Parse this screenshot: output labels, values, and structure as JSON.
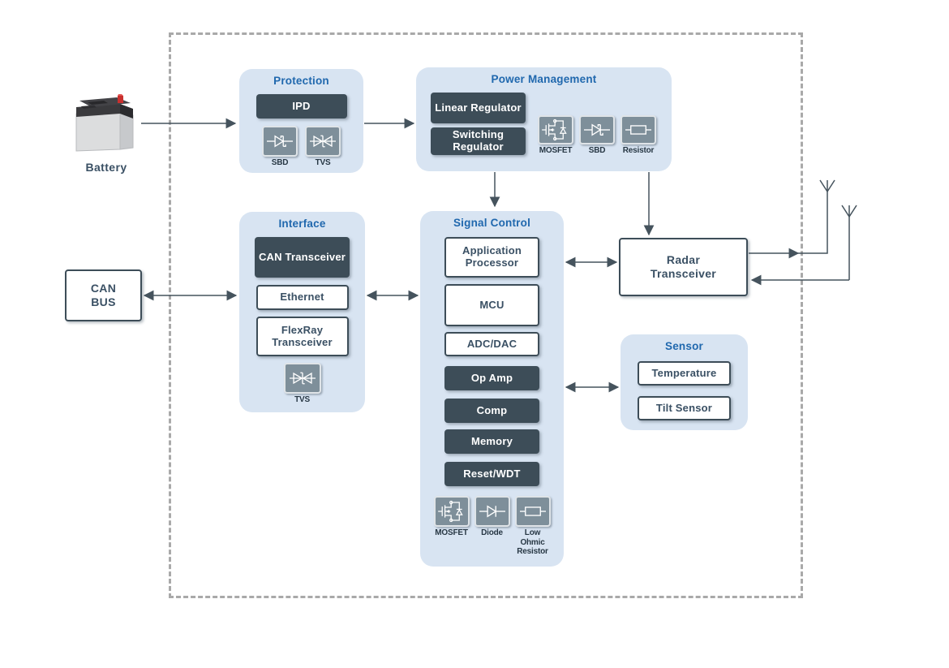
{
  "colors": {
    "panel_blue": "#d8e4f2",
    "title_blue": "#2068ae",
    "dark_chip": "#3d4d58",
    "icon_box_gray": "#7e8f9a",
    "arrow": "#45535d",
    "dashed_border": "#a9a9a9"
  },
  "battery": {
    "label": "Battery",
    "icon": "car-battery-image"
  },
  "can_bus": {
    "line1": "CAN",
    "line2": "BUS"
  },
  "protection": {
    "title": "Protection",
    "chip": "IPD",
    "icons": [
      {
        "icon": "sbd-diode-icon",
        "label": "SBD"
      },
      {
        "icon": "tvs-diode-icon",
        "label": "TVS"
      }
    ]
  },
  "power_management": {
    "title": "Power Management",
    "chips": [
      "Linear Regulator",
      "Switching Regulator"
    ],
    "icons": [
      {
        "icon": "mosfet-icon",
        "label": "MOSFET"
      },
      {
        "icon": "sbd-diode-icon",
        "label": "SBD"
      },
      {
        "icon": "resistor-icon",
        "label": "Resistor"
      }
    ]
  },
  "interface": {
    "title": "Interface",
    "dark_chip": "CAN Transceiver",
    "white_chips": [
      "Ethernet",
      "FlexRay Transceiver"
    ],
    "icons": [
      {
        "icon": "tvs-diode-icon",
        "label": "TVS"
      }
    ]
  },
  "signal_control": {
    "title": "Signal Control",
    "white_chips": [
      "Application Processor",
      "MCU",
      "ADC/DAC"
    ],
    "dark_chips": [
      "Op Amp",
      "Comp",
      "Memory",
      "Reset/WDT"
    ],
    "icons": [
      {
        "icon": "mosfet-icon",
        "label": "MOSFET"
      },
      {
        "icon": "diode-icon",
        "label": "Diode"
      },
      {
        "icon": "resistor-icon",
        "label": "Low Ohmic Resistor"
      }
    ]
  },
  "radar": {
    "label": "Radar Transceiver"
  },
  "sensor": {
    "title": "Sensor",
    "white_chips": [
      "Temperature",
      "Tilt Sensor"
    ]
  }
}
